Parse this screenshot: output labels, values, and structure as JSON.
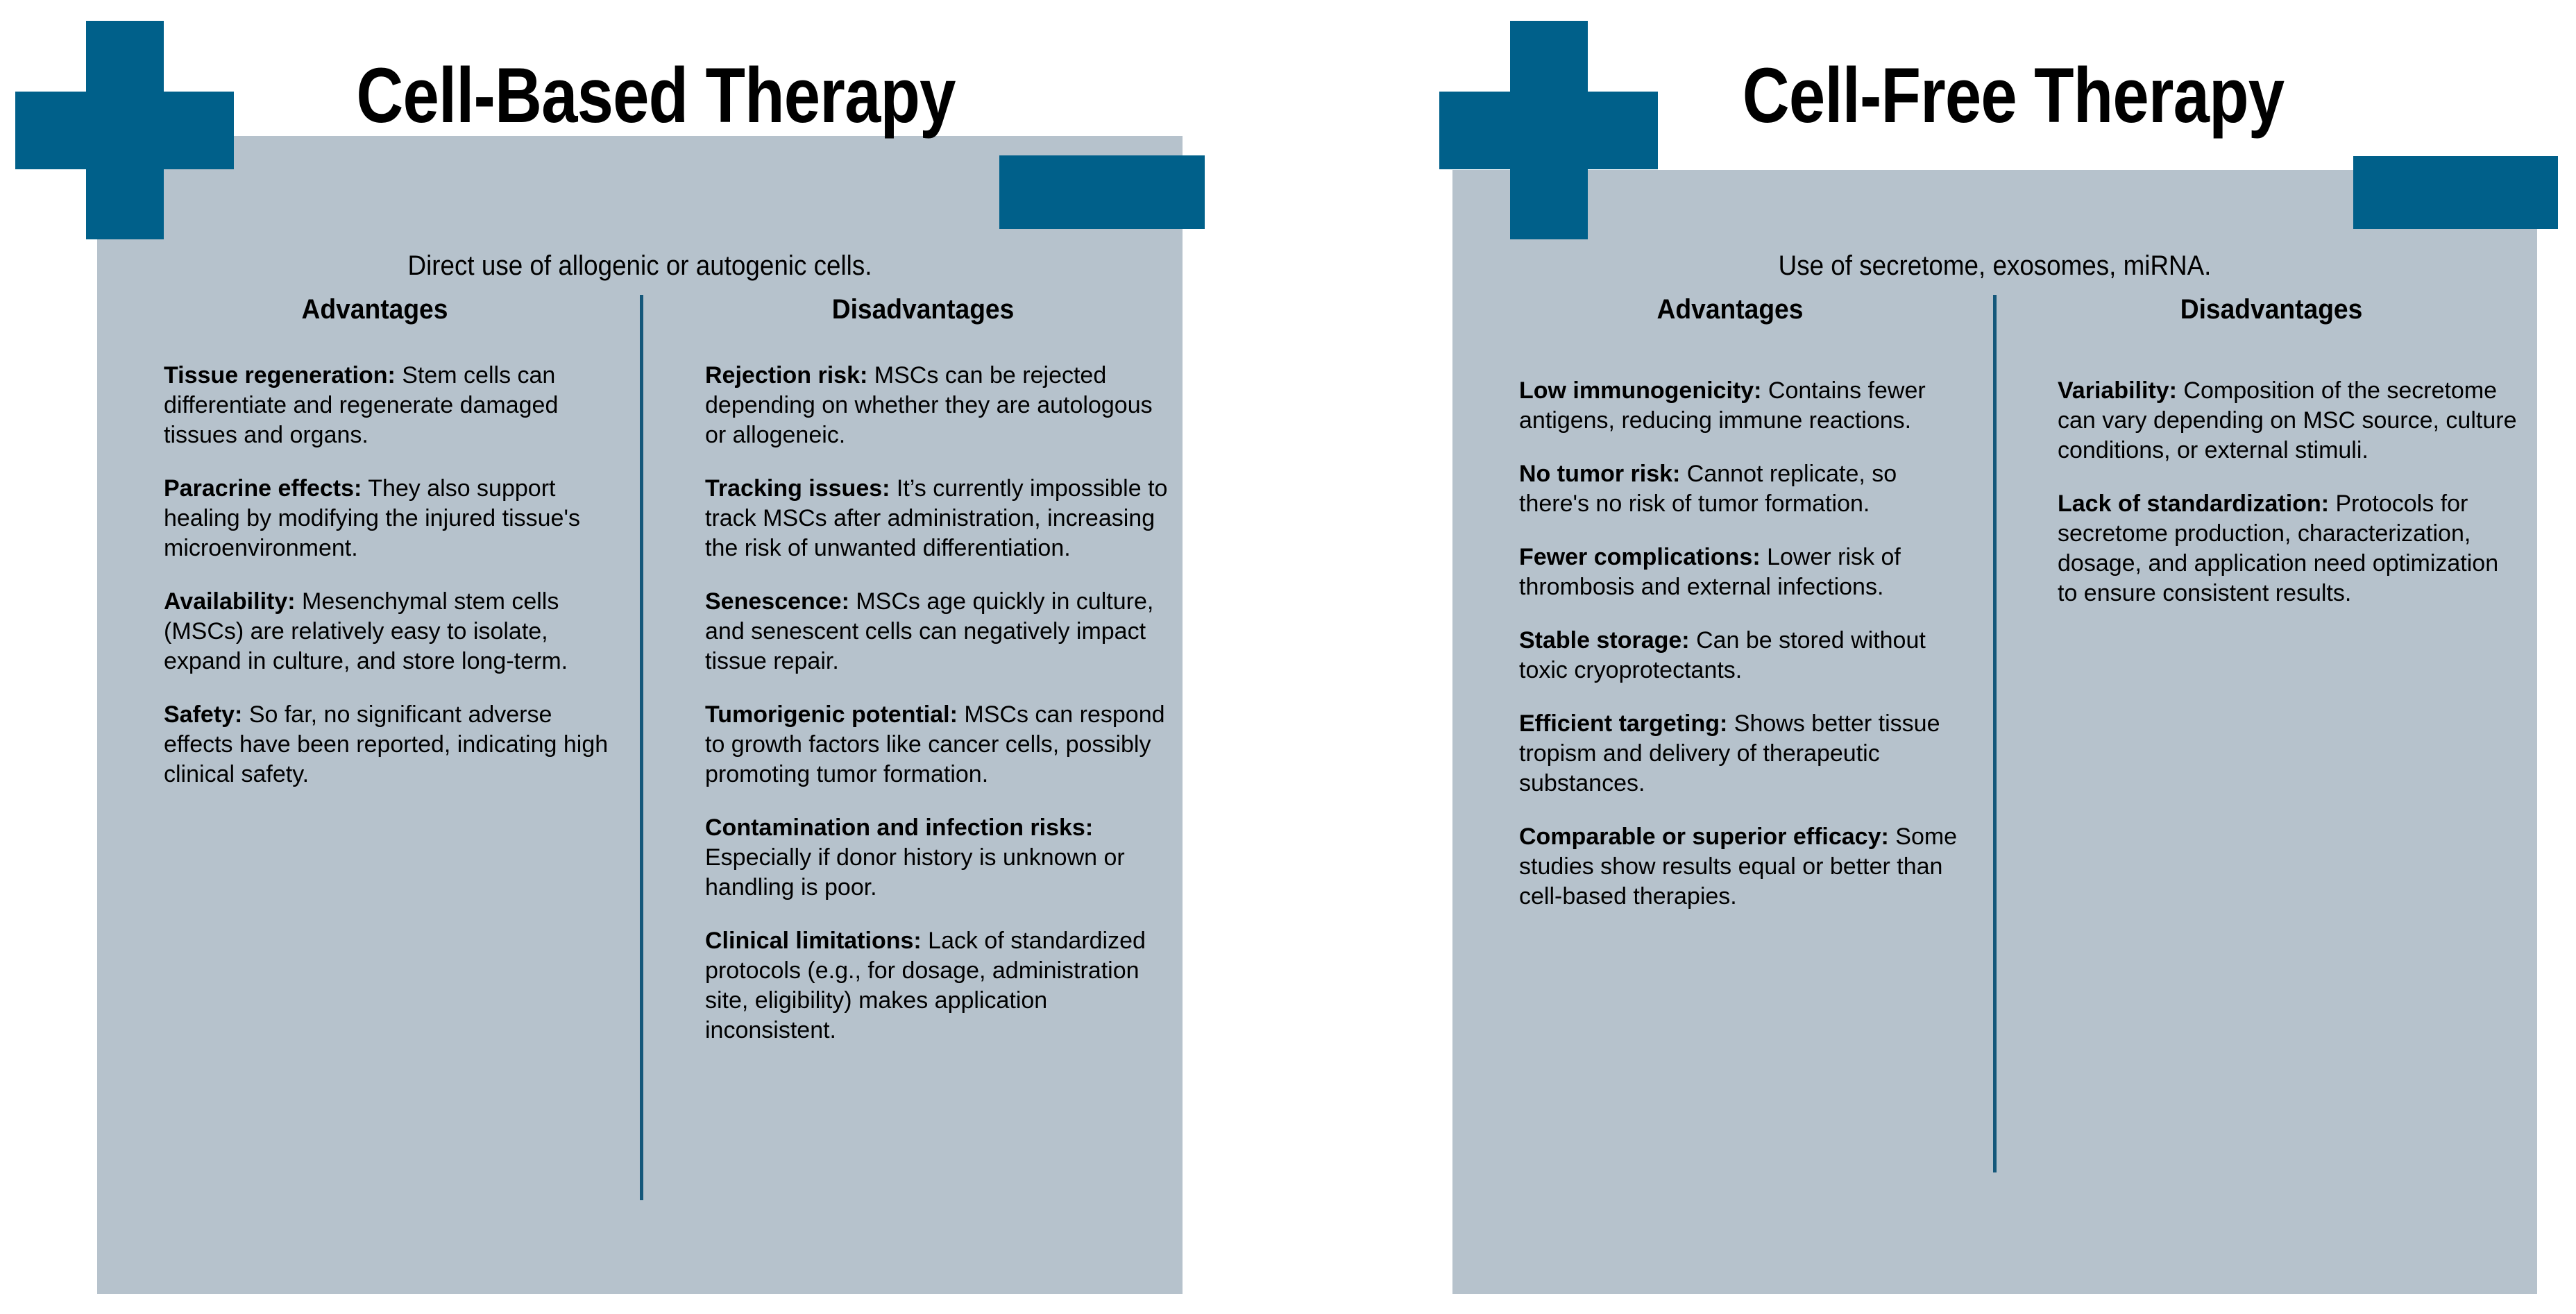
{
  "theme": {
    "accent_blue": "#00608a",
    "panel_gray": "#b6c2cc",
    "divider_blue": "#14577a",
    "text_color": "#000000",
    "background": "#ffffff"
  },
  "panels": [
    {
      "id": "cell-based",
      "title": "Cell-Based Therapy",
      "subtitle": "Direct use of allogenic or autogenic cells.",
      "icon": "medical-cross-icon",
      "advantages_header": "Advantages",
      "disadvantages_header": "Disadvantages",
      "advantages": [
        {
          "term": "Tissue regeneration:",
          "text": " Stem cells can differentiate and regenerate damaged tissues and organs."
        },
        {
          "term": "Paracrine effects:",
          "text": " They also support healing by modifying the injured tissue's microenvironment."
        },
        {
          "term": "Availability:",
          "text": " Mesenchymal stem cells (MSCs) are relatively easy to isolate, expand in culture, and store long-term."
        },
        {
          "term": "Safety:",
          "text": " So far, no significant adverse effects have been reported, indicating high clinical safety."
        }
      ],
      "disadvantages": [
        {
          "term": "Rejection risk:",
          "text": " MSCs can be rejected depending on whether they are autologous or allogeneic."
        },
        {
          "term": "Tracking issues:",
          "text": " It’s currently impossible to track MSCs after administration, increasing the risk of unwanted differentiation."
        },
        {
          "term": "Senescence:",
          "text": " MSCs age quickly in culture, and senescent cells can negatively impact tissue repair."
        },
        {
          "term": "Tumorigenic potential:",
          "text": " MSCs can respond to growth factors like cancer cells, possibly promoting tumor formation."
        },
        {
          "term": "Contamination and infection risks:",
          "text": " Especially if donor history is unknown or handling is poor."
        },
        {
          "term": "Clinical limitations:",
          "text": " Lack of standardized protocols (e.g., for dosage, administration site, eligibility) makes application inconsistent."
        }
      ]
    },
    {
      "id": "cell-free",
      "title": "Cell-Free Therapy",
      "subtitle": "Use of secretome, exosomes, miRNA.",
      "icon": "medical-cross-icon",
      "advantages_header": "Advantages",
      "disadvantages_header": "Disadvantages",
      "advantages": [
        {
          "term": "Low immunogenicity:",
          "text": " Contains fewer antigens, reducing immune reactions."
        },
        {
          "term": "No tumor risk:",
          "text": " Cannot replicate, so there's no risk of tumor formation."
        },
        {
          "term": "Fewer complications:",
          "text": " Lower risk of thrombosis and external infections."
        },
        {
          "term": "Stable storage:",
          "text": " Can be stored without toxic cryoprotectants."
        },
        {
          "term": "Efficient targeting:",
          "text": " Shows better tissue tropism and delivery of therapeutic substances."
        },
        {
          "term": "Comparable or superior efficacy:",
          "text": " Some studies show results equal or better than cell-based therapies."
        }
      ],
      "disadvantages": [
        {
          "term": "Variability:",
          "text": " Composition of the secretome can vary depending on MSC source, culture conditions, or external stimuli."
        },
        {
          "term": "Lack of standardization:",
          "text": " Protocols for secretome production, characterization, dosage, and application need optimization to ensure consistent results."
        }
      ]
    }
  ]
}
